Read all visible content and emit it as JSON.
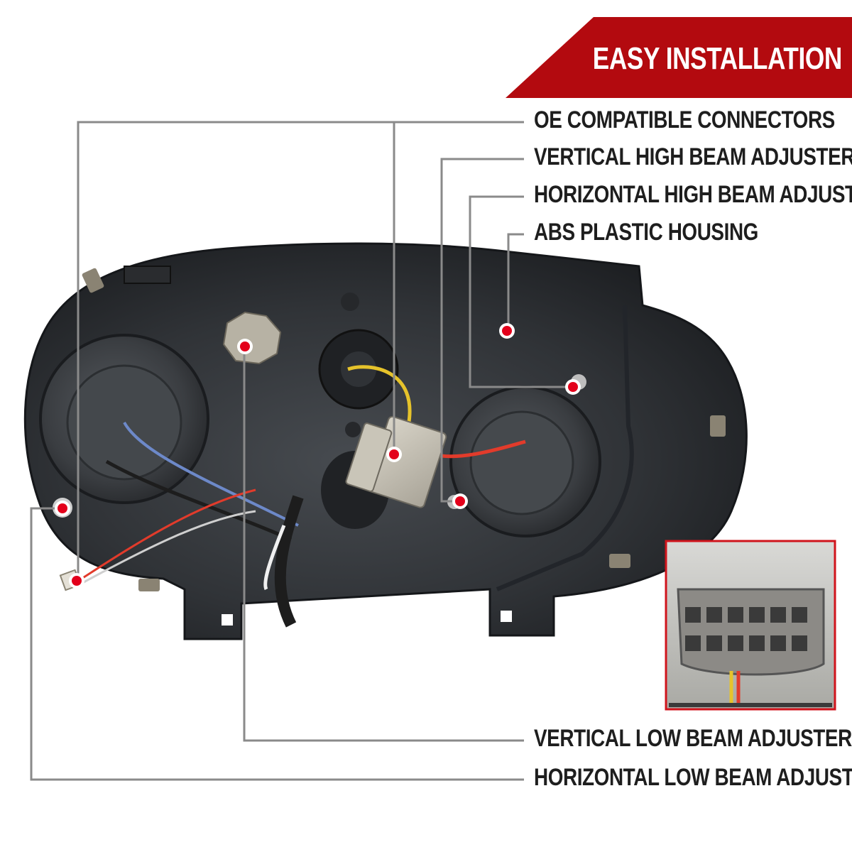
{
  "banner": {
    "title": "EASY INSTALLATION",
    "color": "#b30a0f"
  },
  "callouts": [
    {
      "id": "oe-connectors",
      "label": "OE COMPATIBLE CONNECTORS"
    },
    {
      "id": "vertical-high-beam",
      "label": "VERTICAL HIGH BEAM ADJUSTER"
    },
    {
      "id": "horizontal-high-beam",
      "label": "HORIZONTAL HIGH BEAM ADJUSTER"
    },
    {
      "id": "abs-housing",
      "label": "ABS PLASTIC HOUSING"
    },
    {
      "id": "vertical-low-beam",
      "label": "VERTICAL LOW BEAM ADJUSTER"
    },
    {
      "id": "horizontal-low-beam",
      "label": "HORIZONTAL LOW BEAM ADJUSTER"
    }
  ],
  "colors": {
    "accent": "#c8102e",
    "leader_line": "#8a8a8a",
    "housing": "#2a2d30",
    "marker_dot": "#e3001b"
  }
}
